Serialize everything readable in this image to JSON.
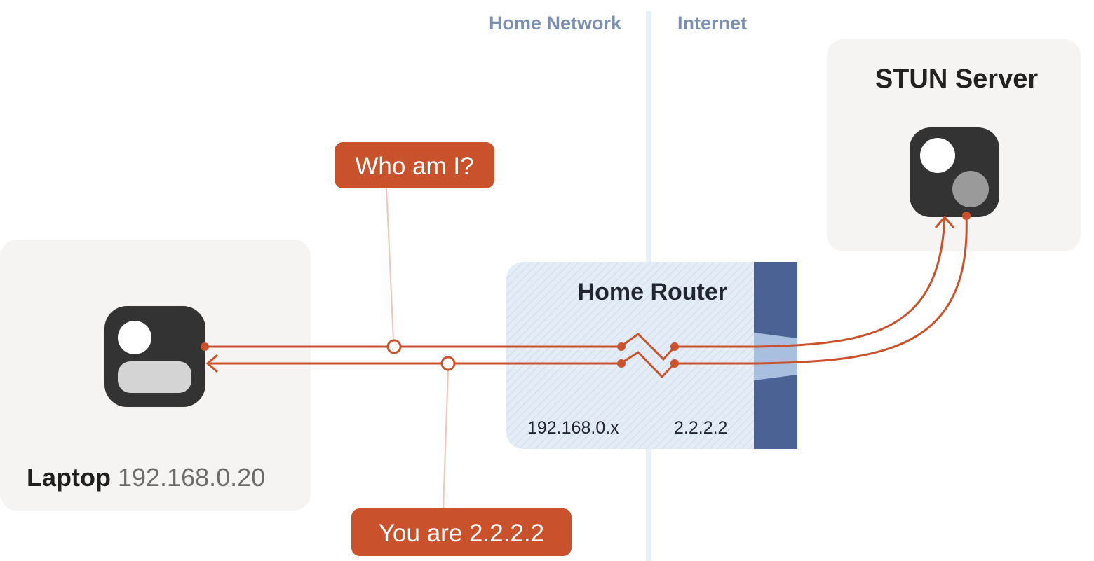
{
  "zones": {
    "home_network": "Home Network",
    "internet": "Internet"
  },
  "stun_server": {
    "title": "STUN Server"
  },
  "laptop": {
    "name": "Laptop",
    "ip": "192.168.0.20"
  },
  "router": {
    "title": "Home Router",
    "private_ip": "192.168.0.x",
    "public_ip": "2.2.2.2"
  },
  "messages": {
    "request": "Who am I?",
    "response": "You are 2.2.2.2"
  },
  "colors": {
    "connection": "#c9522d",
    "panel": "#f5f4f2",
    "device": "#333333",
    "router_fill": "#e3edf7",
    "router_edge": "#4a6394",
    "zone_label": "#7b90b0"
  },
  "icons": {
    "laptop": "device-icon",
    "stun_server": "server-device-icon"
  }
}
